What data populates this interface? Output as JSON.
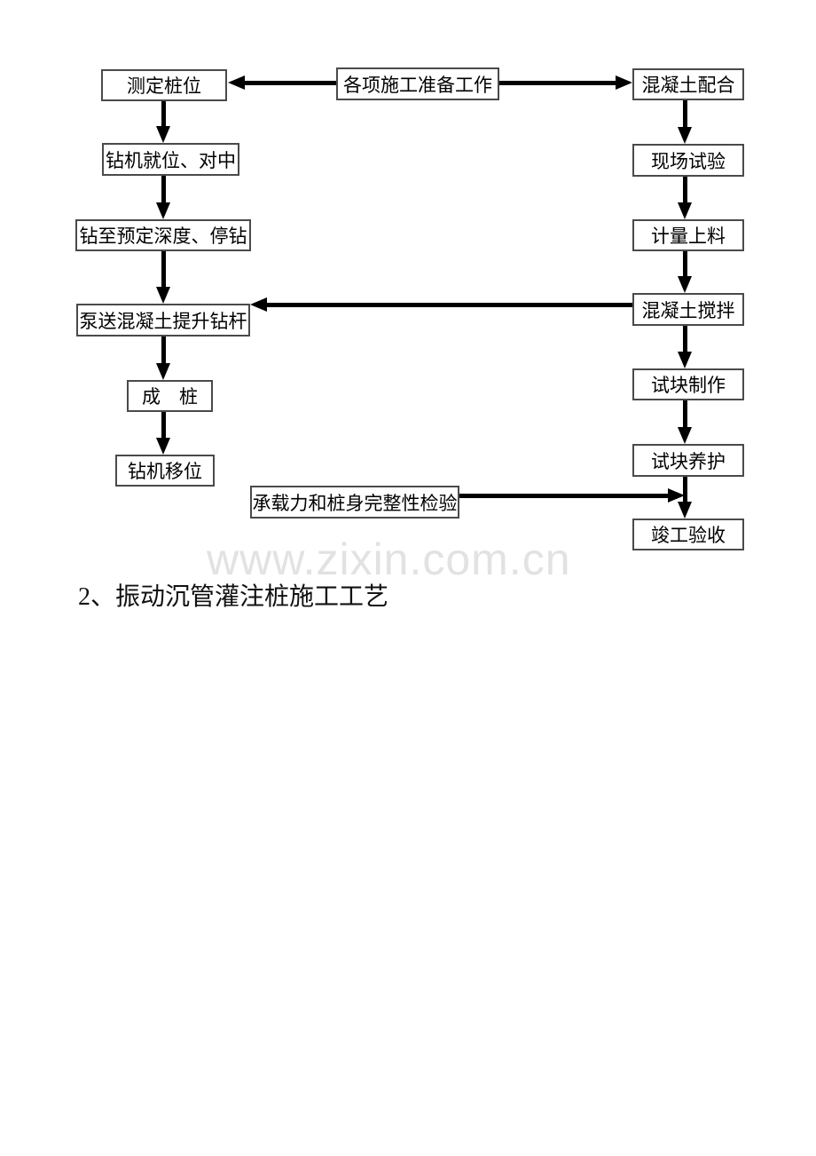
{
  "page": {
    "background_color": "#ffffff",
    "line_color": "#000000",
    "box_border_color": "#4a4a4a"
  },
  "watermark": {
    "text": "www.zixin.com.cn",
    "color": "#e2e2e2"
  },
  "heading": {
    "text": "2、振动沉管灌注桩施工工艺"
  },
  "flowchart": {
    "nodes": [
      {
        "id": "prep",
        "label": "各项施工准备工作"
      },
      {
        "id": "survey",
        "label": "测定桩位"
      },
      {
        "id": "mix_ratio",
        "label": "混凝土配合"
      },
      {
        "id": "rig_position",
        "label": "钻机就位、对中"
      },
      {
        "id": "field_test",
        "label": "现场试验"
      },
      {
        "id": "drill_depth",
        "label": "钻至预定深度、停钻"
      },
      {
        "id": "measure_feed",
        "label": "计量上料"
      },
      {
        "id": "pump_concrete",
        "label": "泵送混凝土提升钻杆"
      },
      {
        "id": "concrete_mixing",
        "label": "混凝土搅拌"
      },
      {
        "id": "pile_formed",
        "label": "成　桩"
      },
      {
        "id": "block_making",
        "label": "试块制作"
      },
      {
        "id": "rig_move",
        "label": "钻机移位"
      },
      {
        "id": "block_curing",
        "label": "试块养护"
      },
      {
        "id": "integrity_test",
        "label": "承载力和桩身完整性检验"
      },
      {
        "id": "completion",
        "label": "竣工验收"
      }
    ],
    "edges": [
      [
        "prep",
        "survey"
      ],
      [
        "prep",
        "mix_ratio"
      ],
      [
        "survey",
        "rig_position"
      ],
      [
        "rig_position",
        "drill_depth"
      ],
      [
        "drill_depth",
        "pump_concrete"
      ],
      [
        "pump_concrete",
        "pile_formed"
      ],
      [
        "pile_formed",
        "rig_move"
      ],
      [
        "mix_ratio",
        "field_test"
      ],
      [
        "field_test",
        "measure_feed"
      ],
      [
        "measure_feed",
        "concrete_mixing"
      ],
      [
        "concrete_mixing",
        "pump_concrete"
      ],
      [
        "concrete_mixing",
        "block_making"
      ],
      [
        "block_making",
        "block_curing"
      ],
      [
        "block_curing",
        "completion"
      ],
      [
        "integrity_test",
        "completion"
      ]
    ]
  }
}
